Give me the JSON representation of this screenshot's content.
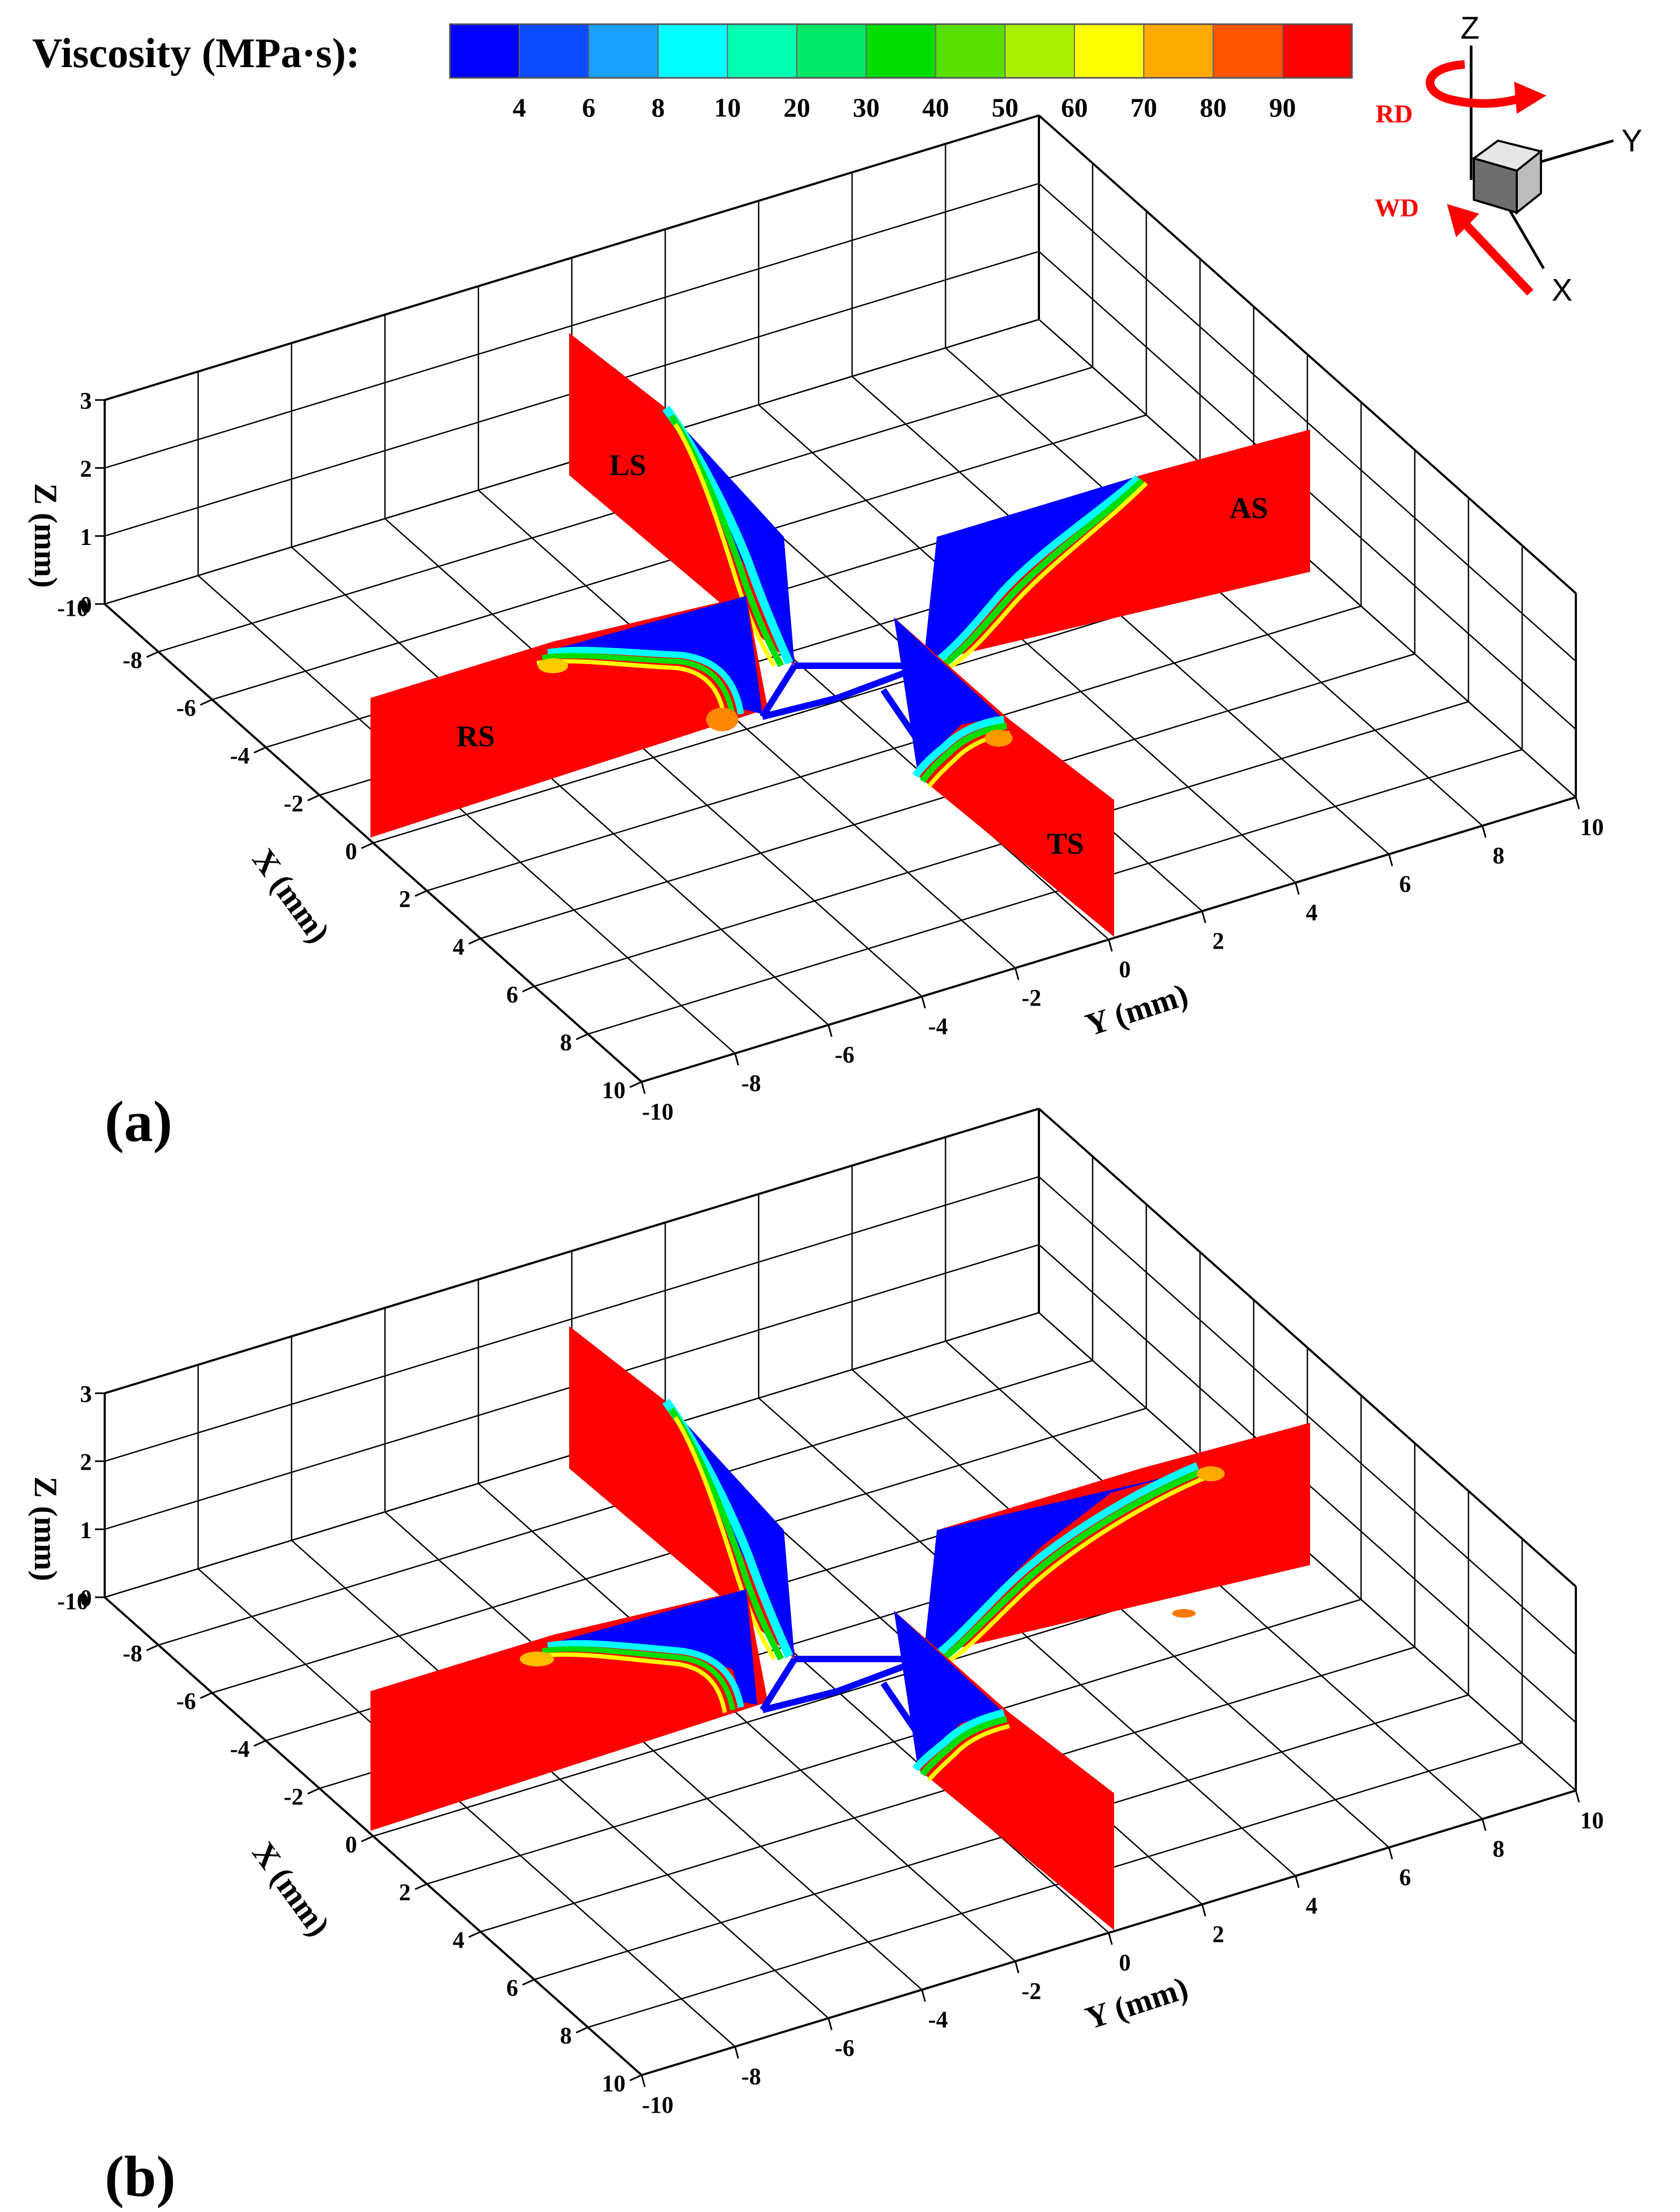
{
  "colorbar": {
    "title": "Viscosity (MPa·s):",
    "tick_labels": [
      "4",
      "6",
      "8",
      "10",
      "20",
      "30",
      "40",
      "50",
      "60",
      "70",
      "80",
      "90"
    ],
    "colors": [
      "#0000ff",
      "#0a4bff",
      "#1aa0ff",
      "#00ffff",
      "#00ffb0",
      "#00e86a",
      "#00dd00",
      "#5ae000",
      "#a8f000",
      "#ffff00",
      "#ffaa00",
      "#ff5500",
      "#ff0000"
    ]
  },
  "triad": {
    "z": "Z",
    "y": "Y",
    "x": "X",
    "rd": "RD",
    "wd": "WD",
    "arrow_color": "#ff0000"
  },
  "chart_data": [
    {
      "type": "contour-3d",
      "panel": "(a)",
      "xlabel": "X (mm)",
      "ylabel": "Y (mm)",
      "zlabel": "Z (mm)",
      "xlim": [
        -10,
        10
      ],
      "ylim": [
        -10,
        10
      ],
      "zlim": [
        0,
        3
      ],
      "x_ticks": [
        "-8",
        "-6",
        "-4",
        "-2",
        "0",
        "2",
        "4",
        "6",
        "8",
        "10"
      ],
      "y_ticks": [
        "-10",
        "-8",
        "-6",
        "-4",
        "-2",
        "0",
        "2",
        "4",
        "6",
        "8",
        "10"
      ],
      "z_ticks": [
        "0",
        "1",
        "2",
        "3"
      ],
      "x_corner_tick": "-10",
      "planes": [
        "LS",
        "AS",
        "RS",
        "TS"
      ]
    },
    {
      "type": "contour-3d",
      "panel": "(b)",
      "xlabel": "X (mm)",
      "ylabel": "Y (mm)",
      "zlabel": "Z (mm)",
      "xlim": [
        -10,
        10
      ],
      "ylim": [
        -10,
        10
      ],
      "zlim": [
        0,
        3
      ],
      "x_ticks": [
        "-8",
        "-6",
        "-4",
        "-2",
        "0",
        "2",
        "4",
        "6",
        "8",
        "10"
      ],
      "y_ticks": [
        "-10",
        "-8",
        "-6",
        "-4",
        "-2",
        "0",
        "2",
        "4",
        "6",
        "8",
        "10"
      ],
      "z_ticks": [
        "0",
        "1",
        "2",
        "3"
      ],
      "x_corner_tick": "-10",
      "planes": []
    }
  ],
  "colors": {
    "high": "#ff0000",
    "low": "#0000ff",
    "outline": "#000000"
  }
}
